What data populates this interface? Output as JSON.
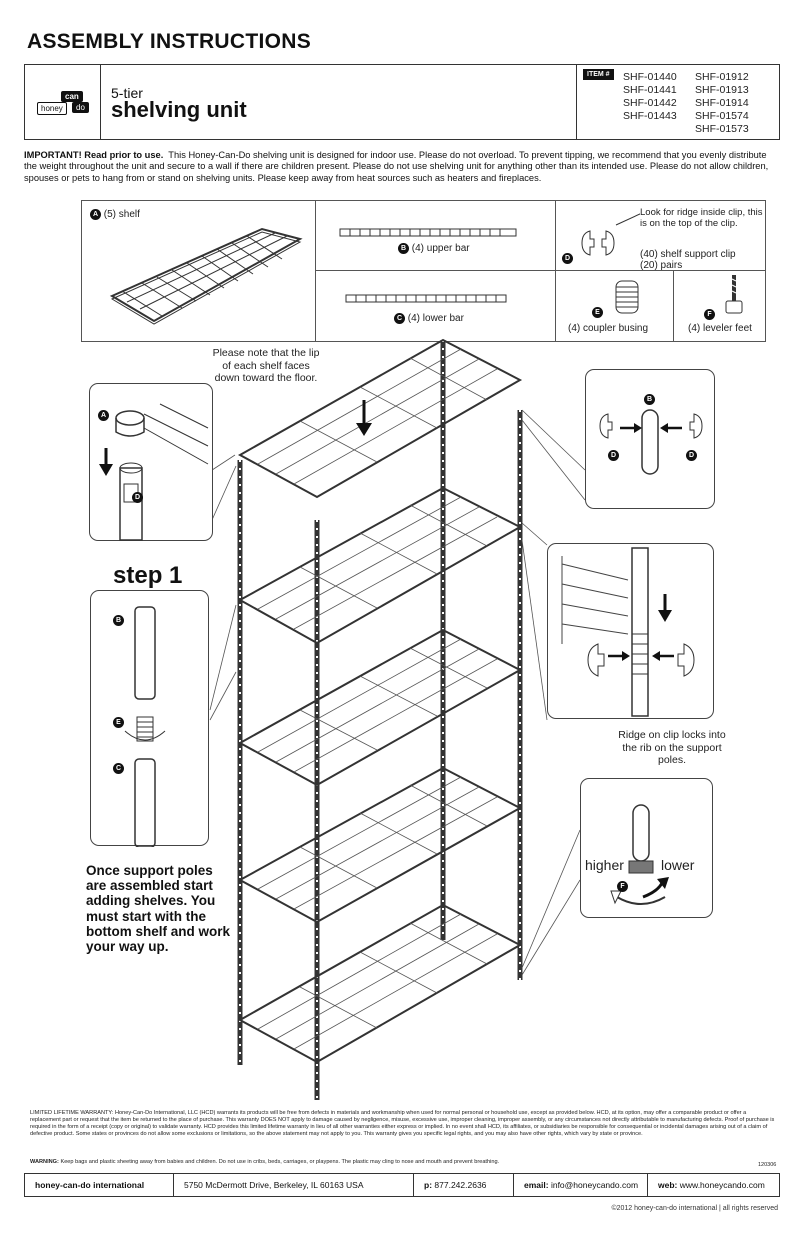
{
  "header": {
    "title": "ASSEMBLY INSTRUCTIONS"
  },
  "product": {
    "logo": {
      "can": "can",
      "honey": "honey",
      "do": "do"
    },
    "tier": "5-tier",
    "name": "shelving unit",
    "item_tag": "ITEM #",
    "items_col1": [
      "SHF-01440",
      "SHF-01441",
      "SHF-01442",
      "SHF-01443"
    ],
    "items_col2": [
      "SHF-01912",
      "SHF-01913",
      "SHF-01914",
      "SHF-01574",
      "SHF-01573"
    ]
  },
  "important": {
    "lead": "IMPORTANT! Read prior to use.",
    "body": "This Honey-Can-Do shelving unit is designed for indoor use. Please do not overload. To prevent tipping, we recommend that you evenly distribute the weight throughout the unit and secure to a wall if there are children present. Please do not use shelving unit for anything other than its intended use. Please do not allow children, spouses or pets to hang from or stand on shelving units. Please keep away from heat sources such as heaters and fireplaces."
  },
  "parts": {
    "shelf": {
      "badge": "A",
      "label": "(5) shelf"
    },
    "upper_bar": {
      "badge": "B",
      "label": "(4) upper bar"
    },
    "lower_bar": {
      "badge": "C",
      "label": "(4) lower bar"
    },
    "clip": {
      "badge": "D",
      "note": "Look for ridge inside clip, this is on the top of the clip.",
      "label1": "(40) shelf support clip",
      "label2": "(20) pairs"
    },
    "coupler": {
      "badge": "E",
      "label": "(4) coupler busing"
    },
    "leveler": {
      "badge": "F",
      "label": "(4) leveler feet"
    }
  },
  "notes": {
    "lip": "Please note that the lip of each shelf faces down toward the floor.",
    "ridge": "Ridge on clip locks into the rib on the support poles.",
    "higher": "higher",
    "lower": "lower"
  },
  "step": {
    "title": "step 1",
    "text": "Once support poles are assembled start adding shelves. You must start with the bottom shelf and work your way up."
  },
  "badges": {
    "a": "A",
    "b": "B",
    "c": "C",
    "d": "D",
    "e": "E",
    "f": "F"
  },
  "warranty": "LIMITED LIFETIME WARRANTY: Honey-Can-Do International, LLC (HCD) warrants its products will be free from defects in materials and workmanship when used for normal personal or household use, except as provided below. HCD, at its option, may offer a comparable product or offer a replacement part or request that the item be returned to the place of purchase. This warranty DOES NOT apply to damage caused by negligence, misuse, excessive use, improper cleaning, improper assembly, or any circumstances not directly attributable to manufacturing defects. Proof of purchase is required in the form of a receipt (copy or original) to validate warranty. HCD provides this limited lifetime warranty in lieu of all other warranties either express or implied. In no event shall HCD, its affiliates, or subsidiaries be responsible for consequential or incidental damages arising out of a claim of defective product. Some states or provinces do not allow some exclusions or limitations, so the above statement may not apply to you. This warranty gives you specific legal rights, and you may also have other rights, which vary by state or province.",
  "warning": {
    "label": "WARNING:",
    "text": "Keep bags and plastic sheeting away from babies and children. Do not use in cribs, beds, carriages, or playpens. The plastic may cling to nose and mouth and prevent breathing."
  },
  "code": "120306",
  "footer": {
    "company": "honey-can-do international",
    "address": "5750 McDermott Drive, Berkeley, IL 60163 USA",
    "phone_label": "p:",
    "phone": "877.242.2636",
    "email_label": "email:",
    "email": "info@honeycando.com",
    "web_label": "web:",
    "web": "www.honeycando.com"
  },
  "copyright": "©2012 honey-can-do international | all rights reserved"
}
